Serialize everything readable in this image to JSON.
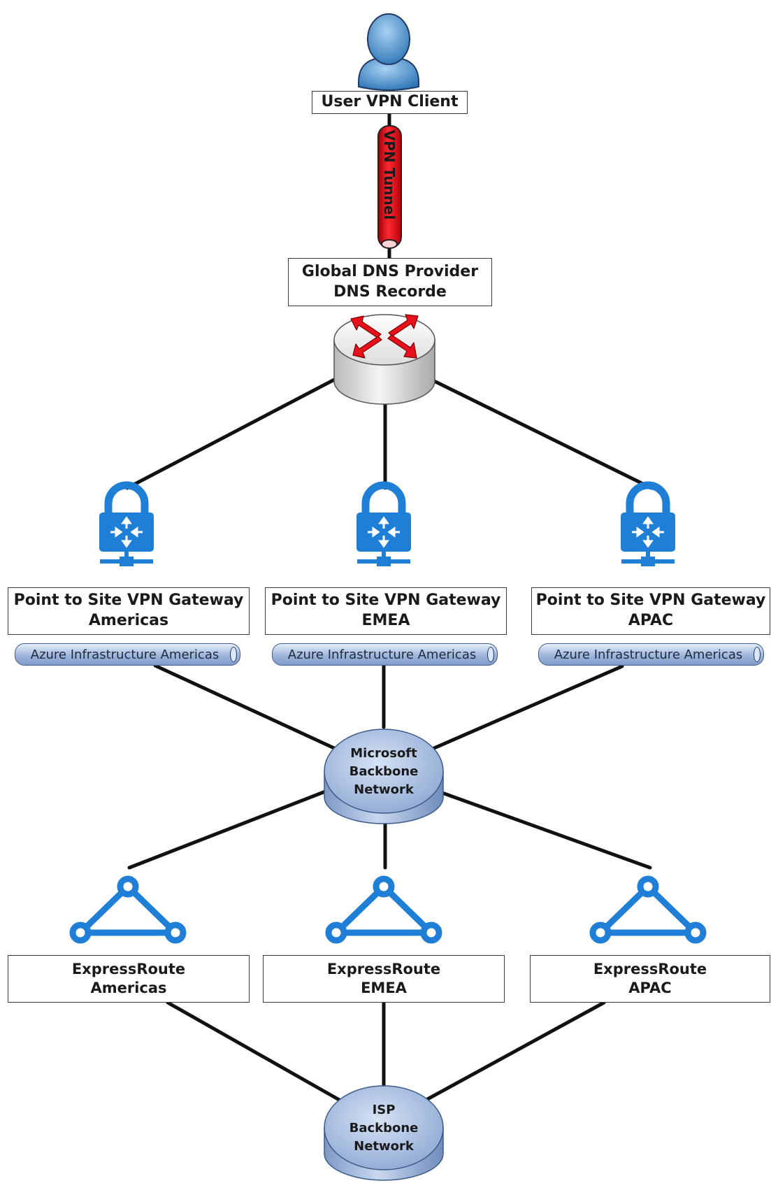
{
  "user": {
    "label": "User VPN Client"
  },
  "tunnel": {
    "label": "VPN Tunnel"
  },
  "dns": {
    "line1": "Global DNS Provider",
    "line2": "DNS Recorde"
  },
  "gateways": [
    {
      "line1": "Point to Site VPN Gateway",
      "line2": "Americas",
      "infra": "Azure Infrastructure Americas"
    },
    {
      "line1": "Point to Site VPN Gateway",
      "line2": "EMEA",
      "infra": "Azure Infrastructure Americas"
    },
    {
      "line1": "Point to Site VPN Gateway",
      "line2": "APAC",
      "infra": "Azure Infrastructure Americas"
    }
  ],
  "ms_backbone": {
    "line1": "Microsoft",
    "line2": "Backbone",
    "line3": "Network"
  },
  "expressroutes": [
    {
      "line1": "ExpressRoute",
      "line2": "Americas"
    },
    {
      "line1": "ExpressRoute",
      "line2": "EMEA"
    },
    {
      "line1": "ExpressRoute",
      "line2": "APAC"
    }
  ],
  "isp_backbone": {
    "line1": "ISP",
    "line2": "Backbone",
    "line3": "Network"
  },
  "colors": {
    "azure_blue": "#1f7fd6",
    "tunnel_red": "#e8101a",
    "backbone_blue": "#9cb4da",
    "line": "#111111"
  },
  "icons": {
    "user": "user-icon",
    "router": "router-icon",
    "gateway": "vpn-gateway-lock-icon",
    "expressroute": "expressroute-triangle-icon"
  }
}
